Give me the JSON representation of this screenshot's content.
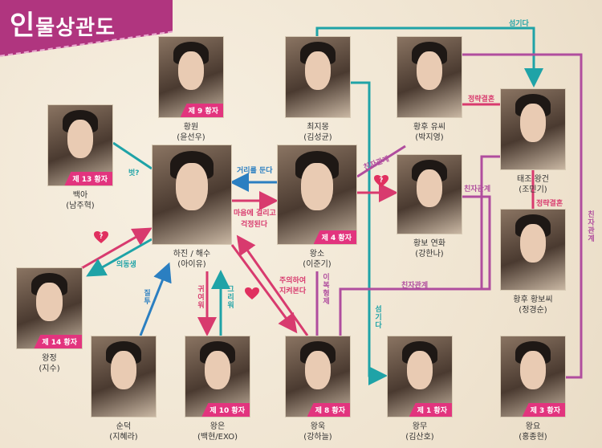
{
  "title": {
    "first": "인",
    "rest": "물상관도"
  },
  "characters": [
    {
      "id": "wang-won",
      "name": "황원",
      "actor": "(윤선우)",
      "rank": "제 9 황자"
    },
    {
      "id": "choi-ji-mong",
      "name": "최지몽",
      "actor": "(김성균)",
      "rank": ""
    },
    {
      "id": "empress-yoo",
      "name": "황후 유씨",
      "actor": "(박지영)",
      "rank": ""
    },
    {
      "id": "baek-ah",
      "name": "백아",
      "actor": "(남주혁)",
      "rank": "제 13 황자"
    },
    {
      "id": "hae-soo",
      "name": "하진 / 해수",
      "actor": "(아이유)",
      "rank": ""
    },
    {
      "id": "wang-so",
      "name": "왕소",
      "actor": "(이준기)",
      "rank": "제 4 황자"
    },
    {
      "id": "yeon-hwa",
      "name": "황보 연화",
      "actor": "(강한나)",
      "rank": ""
    },
    {
      "id": "taejo",
      "name": "태조 왕건",
      "actor": "(조민기)",
      "rank": ""
    },
    {
      "id": "empress-hwangbo",
      "name": "황후 황보씨",
      "actor": "(정경순)",
      "rank": ""
    },
    {
      "id": "wang-jung",
      "name": "왕정",
      "actor": "(지수)",
      "rank": "제 14 황자"
    },
    {
      "id": "soon-deok",
      "name": "순덕",
      "actor": "(지혜라)",
      "rank": ""
    },
    {
      "id": "wang-eun",
      "name": "왕은",
      "actor": "(백현/EXO)",
      "rank": "제 10 황자"
    },
    {
      "id": "wang-wook",
      "name": "왕욱",
      "actor": "(강하늘)",
      "rank": "제 8 황자"
    },
    {
      "id": "wang-mu",
      "name": "왕무",
      "actor": "(김산호)",
      "rank": "제 1 황자"
    },
    {
      "id": "wang-yo",
      "name": "왕요",
      "actor": "(홍종현)",
      "rank": "제 3 황자"
    }
  ],
  "relations": {
    "friend": "벗?",
    "distance": "거리를 둔다",
    "worry1": "마음에 걸리고",
    "worry2": "걱정된다",
    "serve_top": "섬기다",
    "serve_mid": "섬기다",
    "political1": "정략결혼",
    "political2": "정략결혼",
    "parent1": "친자관계",
    "parent2": "친자관계",
    "parent3": "친자관계",
    "parent4": "친자관계",
    "sibling": "의동생",
    "jealous": "질투",
    "cute": "귀여워",
    "miss": "그리워",
    "watch1": "주의하여",
    "watch2": "지켜본다",
    "half": "이복형제",
    "q1": "?",
    "q2": "?"
  },
  "colors": {
    "pink": "#d83a6e",
    "teal": "#1fa3a7",
    "blue": "#2b7fc1",
    "purple": "#b04d9e",
    "banner": "#b0357f"
  }
}
